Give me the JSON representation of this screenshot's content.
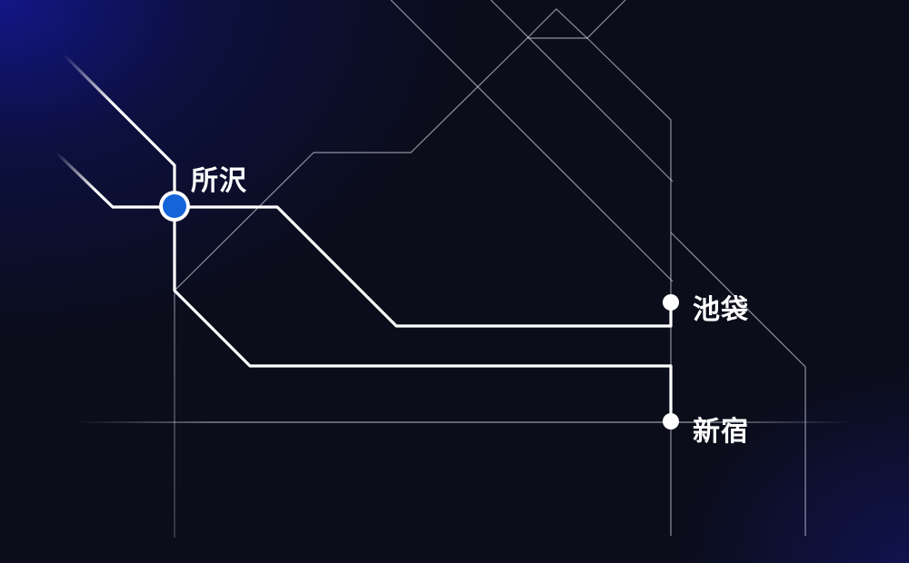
{
  "diagram": {
    "stations": {
      "tokorozawa": {
        "label": "所沢"
      },
      "ikebukuro": {
        "label": "池袋"
      },
      "shinjuku": {
        "label": "新宿"
      }
    },
    "colors": {
      "background": "#0b0d1a",
      "accent_glow": "#14168c",
      "route_line": "#ffffff",
      "network_line": "#c8cbd6",
      "origin_marker": "#1565d8"
    }
  }
}
